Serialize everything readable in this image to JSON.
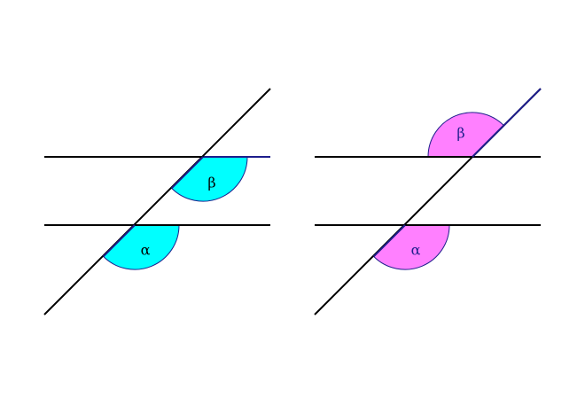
{
  "colors": {
    "left_fill": "#00ffff",
    "right_fill": "#ff80ff",
    "line": "#000000",
    "outline": "#1e1e8c"
  },
  "left_figure": {
    "label_alpha": "α",
    "label_beta": "β"
  },
  "right_figure": {
    "label_alpha": "α",
    "label_beta": "β"
  }
}
